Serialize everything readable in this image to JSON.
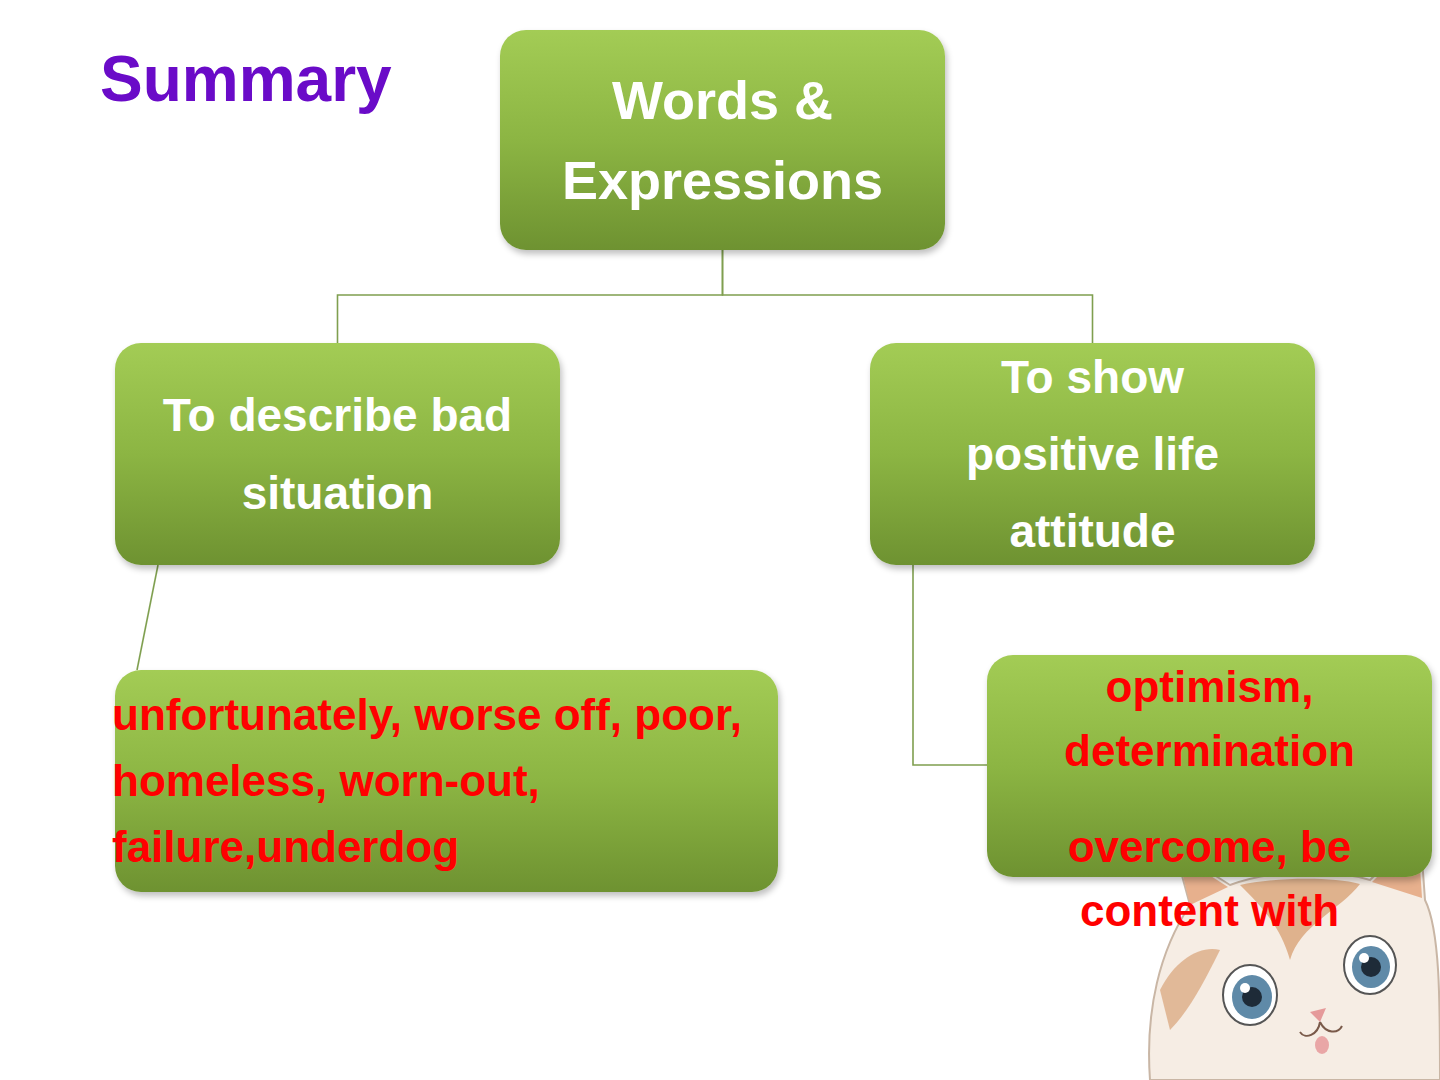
{
  "diagram": {
    "title": "Summary",
    "nodes": [
      {
        "text": [
          "Words & Expressions"
        ]
      },
      {
        "text": [
          "To describe bad situation"
        ]
      },
      {
        "text": [
          "To show positive life attitude"
        ]
      },
      {
        "text": [
          "unfortunately, worse off, poor, homeless, worn-out, failure,underdog"
        ]
      },
      {
        "text": [
          "optimism, determination",
          "overcome, be content with"
        ]
      }
    ],
    "edges": [
      {
        "from": 0,
        "to": 1,
        "arrow": "none"
      },
      {
        "from": 0,
        "to": 2,
        "arrow": "none"
      },
      {
        "from": 1,
        "to": 3,
        "arrow": "none"
      },
      {
        "from": 2,
        "to": 4,
        "arrow": "none"
      }
    ]
  }
}
